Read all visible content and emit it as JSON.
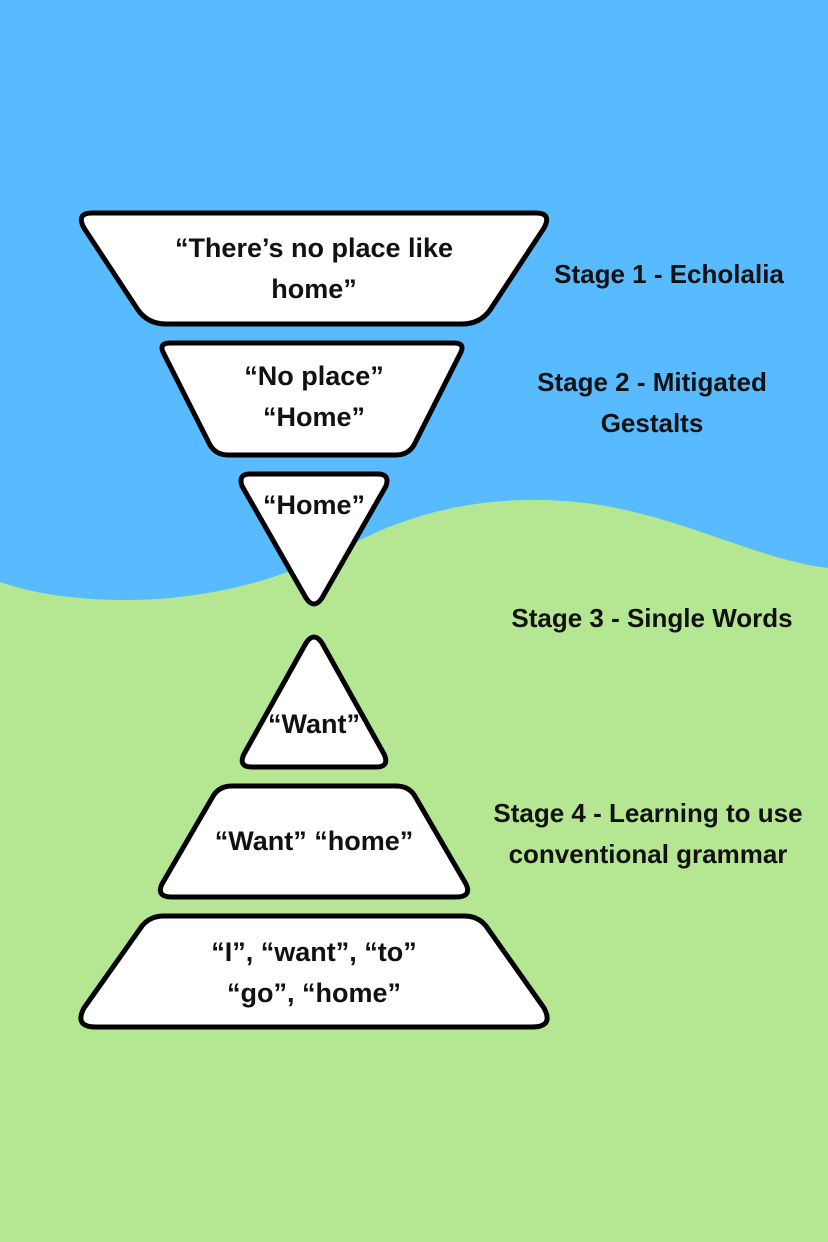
{
  "colors": {
    "sky": "#58baff",
    "ground": "#b5e792",
    "shape_fill": "#ffffff",
    "outline": "#000000",
    "text": "#111111"
  },
  "shapes": [
    {
      "lines": [
        "“There’s no place like",
        "home”"
      ]
    },
    {
      "lines": [
        "“No place”",
        "“Home”"
      ]
    },
    {
      "lines": [
        "“Home”"
      ]
    },
    {
      "lines": [
        "“Want”"
      ]
    },
    {
      "lines": [
        "“Want” “home”"
      ]
    },
    {
      "lines": [
        "“I”, “want”, “to”",
        "“go”, “home”"
      ]
    }
  ],
  "stages": [
    {
      "lines": [
        "Stage 1 - Echolalia"
      ]
    },
    {
      "lines": [
        "Stage 2 - Mitigated",
        "Gestalts"
      ]
    },
    {
      "lines": [
        "Stage 3 - Single Words"
      ]
    },
    {
      "lines": [
        "Stage 4 - Learning to use",
        "conventional grammar"
      ]
    }
  ]
}
